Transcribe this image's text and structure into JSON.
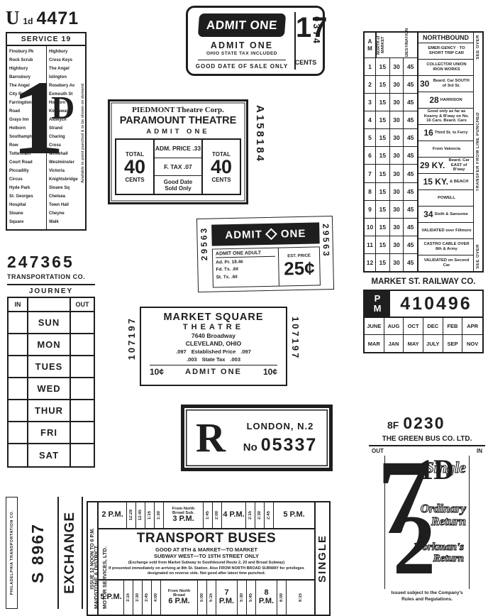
{
  "ud4471": {
    "prefix": "U",
    "fare_class": "1d",
    "serial": "4471",
    "service": "SERVICE 19",
    "overlay_1": "1",
    "overlay_d": "D",
    "stops_col1": "Finsbury Pk\nRock Scrub\nHighbury\nBarnsbury\nThe Angel\nCity Road\nFarringdon\nRoad\nGrays Inn\nHolborn\nSouthampton\nRow\nTottenham\nCourt Road\nPiccadilly\nCircus\nHyde Park\nSt. Georges\nHospital\nSloane\nSquare",
    "stops_col2": "Highbury\nCross Keys\nThe Angel\nIslington\nRosebery Av\nExmouth St\nHolborn\nKingsway\nAldwych\nStrand\nCharing\nCross\nWhitehall\nWestminster\nVictoria\nKnightsbridge\nSloane Sq\nChelsea\nTown Hall\nCheyne\nWalk",
    "side_note": "Available to point punched & to be shown on demand"
  },
  "admit17": {
    "badge": "ADMIT ONE",
    "line1": "ADMIT ONE",
    "line2": "OHIO STATE TAX INCLUDED",
    "line3": "GOOD DATE OF SALE ONLY",
    "amount": "17",
    "unit": "CENTS",
    "serial": "0374"
  },
  "paramount": {
    "corp": "PIEDMONT Theatre Corp.",
    "name": "PARAMOUNT THEATRE",
    "admit": "ADMIT ONE",
    "total_label": "TOTAL",
    "total_value": "40",
    "total_unit": "CENTS",
    "adm_price": "ADM. PRICE  .33",
    "f_tax": "F. TAX  .07",
    "good1": "Good Date",
    "good2": "Sold Only",
    "serial": "A158184"
  },
  "admit25": {
    "serial": "29563",
    "band_left": "ADMIT",
    "band_right": "ONE",
    "adult": "ADMIT ONE ADULT",
    "est": "EST. PRICE",
    "ad_pr": "Ad. Pr. 18.4¢",
    "fd_tx": "Fd. Tx.  .6¢",
    "st_tx": "St. Tx.  .6¢",
    "price": "25¢"
  },
  "northbound": {
    "title": "NORTHBOUND",
    "col_am": "A\nM",
    "col_north": "NORTH of MARKET",
    "col_dest": "DESTINATION",
    "see_over": "SEE OVER",
    "transfer": "TRANSFER FROM LINE PUNCHED",
    "rows": [
      "1",
      "2",
      "3",
      "4",
      "5",
      "6",
      "7",
      "8",
      "9",
      "10",
      "11",
      "12"
    ],
    "t1": "15",
    "t2": "30",
    "t3": "45",
    "blocks": [
      {
        "big": "",
        "text": "EMER-GENCY · TO SHORT TRIP CAR"
      },
      {
        "big": "",
        "text": "COLLECTOR UNION IRON WORKS"
      },
      {
        "big": "30",
        "text": "Beard. Car SOUTH of 3rd St."
      },
      {
        "big": "28",
        "text": "HARRISON"
      },
      {
        "big": "",
        "text": "Good only as far as Kearny & B'way on No. 16 Cars. Beard. Cars"
      },
      {
        "big": "16",
        "text": "Third St. to Ferry"
      },
      {
        "big": "",
        "text": "From Valencia"
      },
      {
        "big": "29 KY.",
        "text": "Beard. Car EAST of B'way"
      },
      {
        "big": "15 KY.",
        "text": "& BEACH"
      },
      {
        "big": "",
        "text": "POWELL"
      },
      {
        "big": "34",
        "text": "Sixth & Sansome"
      },
      {
        "big": "",
        "text": "VALIDATED over Fillmore"
      },
      {
        "big": "",
        "text": "CASTRO CABLE OVER 8th & Army"
      },
      {
        "big": "",
        "text": "VALIDATED on Second Car"
      }
    ],
    "company": "MARKET ST. RAILWAY CO."
  },
  "pm_ticket": {
    "label": "P\nM",
    "serial": "410496",
    "months_row1": [
      "JUNE",
      "AUG",
      "OCT",
      "DEC",
      "FEB",
      "APR"
    ],
    "months_row2": [
      "MAR",
      "JAN",
      "MAY",
      "JULY",
      "SEP",
      "NOV"
    ]
  },
  "journey": {
    "serial": "247365",
    "company": "TRANSPORTATION CO.",
    "title": "JOURNEY",
    "in_label": "IN",
    "out_label": "OUT",
    "days": [
      "SUN",
      "MON",
      "TUES",
      "WED",
      "THUR",
      "FRI",
      "SAT"
    ]
  },
  "market_square": {
    "serial": "107197",
    "name1": "MARKET SQUARE",
    "name2": "THEATRE",
    "addr1": "7640 Broadway",
    "addr2": "CLEVELAND, OHIO",
    "est_left": ".097",
    "est_label": "Established Price",
    "est_right": ".097",
    "tax_left": ".003",
    "tax_label": "State Tax",
    "tax_right": ".003",
    "admit_left": "10¢",
    "admit_label": "ADMIT ONE",
    "admit_right": "10¢"
  },
  "london": {
    "letter": "R",
    "city": "LONDON, N.2",
    "no_label": "No",
    "number": "05337"
  },
  "green_bus": {
    "serial_prefix": "8F",
    "serial": "0230",
    "company": "THE GREEN BUS CO. LTD.",
    "out_label": "OUT",
    "in_label": "IN",
    "overlay_7": "7",
    "overlay_1d": "1D",
    "overlay_2": "2",
    "single": "Single",
    "ordinary": "Ordinary\nReturn",
    "workman": "Workman's\nReturn",
    "footer": "Issued subject to the Company's\nRules and Regulations."
  },
  "philadelphia": {
    "company": "PHILADELPHIA TRANSPORTATION CO.",
    "serial": "S 8967",
    "exchange": "EXCHANGE",
    "maidstone1": "MAIDSTONE & DISTRICT",
    "maidstone2": "MOTOR SERVICES, LTD."
  },
  "transport": {
    "issue": "ISSUE 12 NOON TO 6 P.M.",
    "single": "SINGLE",
    "row1": {
      "c1": "2 P.M.",
      "t1": [
        "12:29",
        "12:45",
        "1:15",
        "1:30"
      ],
      "c2_sub1": "From North",
      "c2_sub2": "Broad Sub.",
      "c2_main": "3 P.M.",
      "t2": [
        "1:45",
        "2:00"
      ],
      "c3": "4 P.M.",
      "t3": [
        "2:15",
        "2:30",
        "2:45"
      ],
      "c4": "5 P.M."
    },
    "title": "TRANSPORT BUSES",
    "good1": "GOOD AT 8TH & MARKET—TO MARKET",
    "good2": "SUBWAY WEST—TO 15TH STREET ONLY",
    "fine1": "(Exchange sold from Market Subway to Southbound Route 2, 20 and Broad Subway)",
    "fine2": "If presented immediately on arriving at 8th St. Station.  Also FROM NORTH BROAD SUBWAY for privileges designated on reverse side.  Not good after latest time punched.",
    "row3": {
      "c1": "5 P.M.",
      "t1": [
        "3:15",
        "3:30",
        "3:45",
        "4:00"
      ],
      "c2_sub1": "From North",
      "c2_sub2": "Broad",
      "c2_main": "6 P.M.",
      "t2": [
        "5:00",
        "5:15"
      ],
      "c3": "7 P.M.",
      "t3": [
        "5:30",
        "5:45"
      ],
      "c4": "8 P.M.",
      "t4": [
        "6:00",
        "6:15"
      ]
    }
  }
}
